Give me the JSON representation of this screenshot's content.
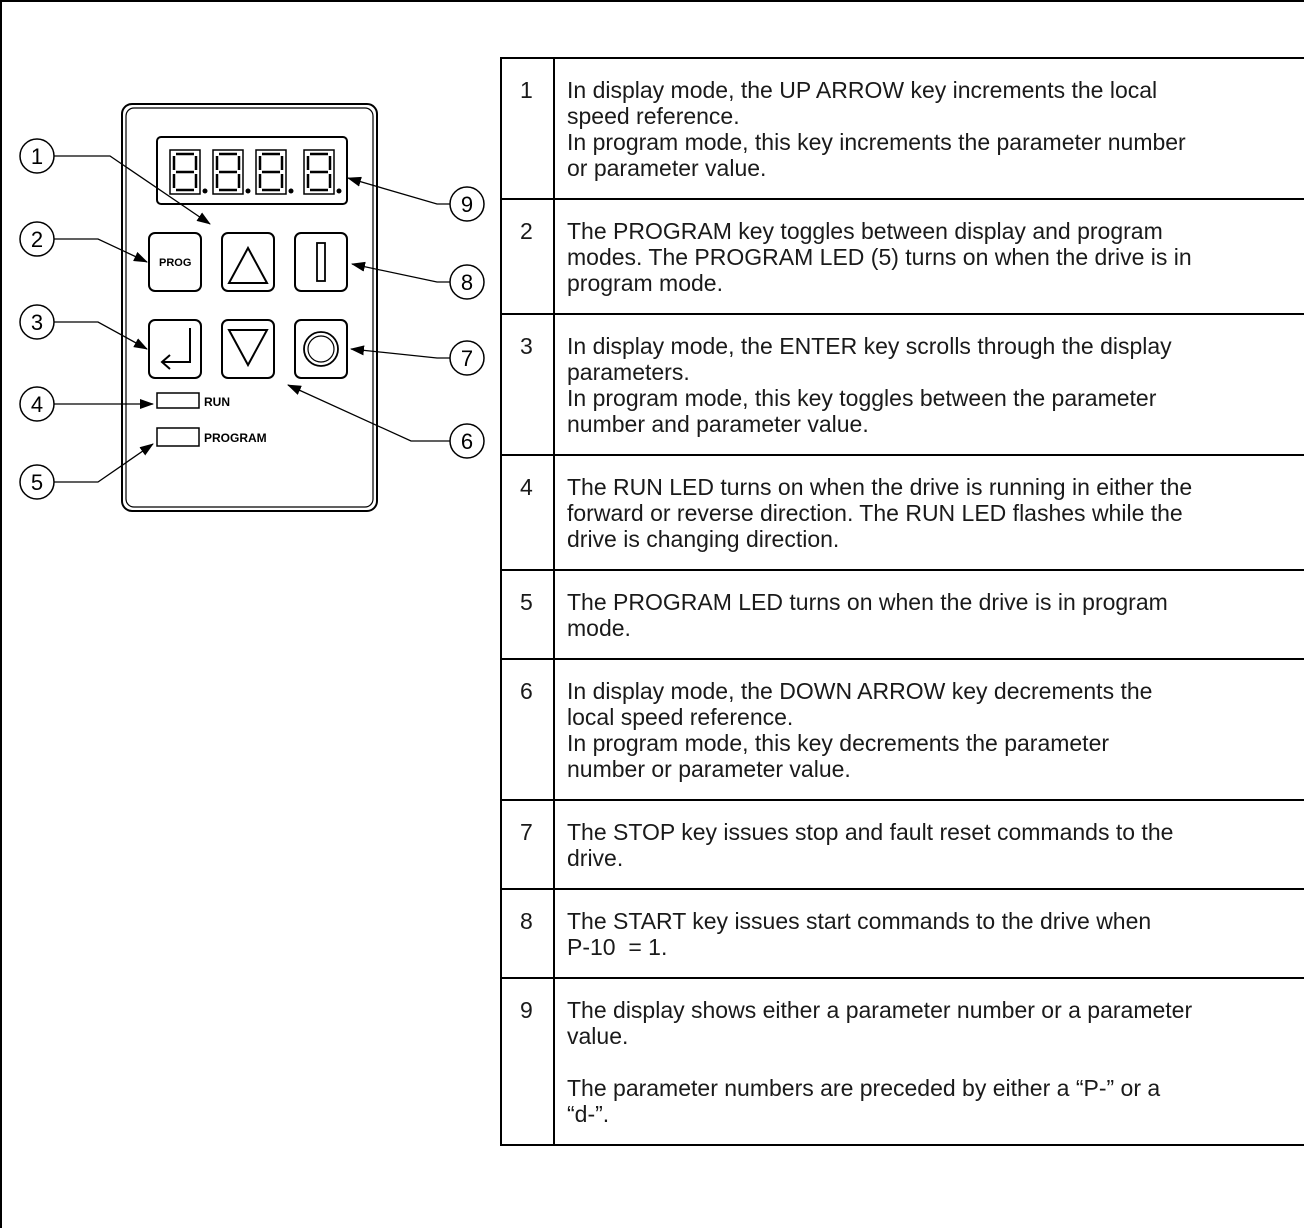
{
  "keypad": {
    "prog_key_label": "PROG",
    "led_run_label": "RUN",
    "led_program_label": "PROGRAM",
    "callouts": [
      "1",
      "2",
      "3",
      "4",
      "5",
      "6",
      "7",
      "8",
      "9"
    ]
  },
  "table": {
    "rows": [
      {
        "num": "1",
        "lines": [
          "In display mode, the UP ARROW key increments the local",
          "speed reference.",
          "In program mode, this key increments the parameter number",
          "or parameter value."
        ]
      },
      {
        "num": "2",
        "lines": [
          "The PROGRAM key toggles between display and program",
          "modes. The PROGRAM LED (5) turns on when the drive is in",
          "program mode."
        ]
      },
      {
        "num": "3",
        "lines": [
          "In display mode, the ENTER key scrolls through the display",
          "parameters.",
          "In program mode, this key toggles between the parameter",
          "number and parameter value."
        ]
      },
      {
        "num": "4",
        "lines": [
          "The RUN LED turns on when the drive is running in either the",
          "forward or reverse direction. The RUN LED flashes while the",
          "drive is changing direction."
        ]
      },
      {
        "num": "5",
        "lines": [
          "The PROGRAM LED turns on when the drive is in program",
          "mode."
        ]
      },
      {
        "num": "6",
        "lines": [
          "In display mode, the DOWN ARROW key decrements the",
          "local speed reference.",
          "In program mode, this key decrements the parameter",
          "number or parameter value."
        ]
      },
      {
        "num": "7",
        "lines": [
          "The STOP key issues stop and fault reset commands to the",
          "drive."
        ]
      },
      {
        "num": "8",
        "lines": [
          "The START key issues start commands to the drive when",
          "P-10  = 1."
        ]
      },
      {
        "num": "9",
        "lines": [
          "The display shows either a parameter number or a parameter",
          "value.",
          "",
          "The parameter numbers are preceded by either a “P-” or a",
          "“d-”."
        ]
      }
    ]
  }
}
